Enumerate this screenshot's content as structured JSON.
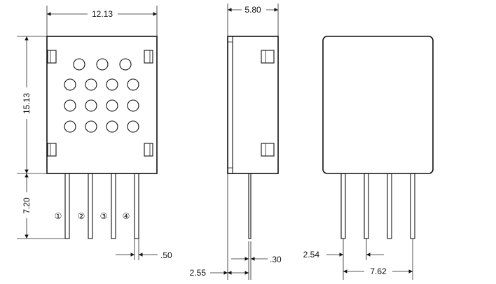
{
  "dimensions": {
    "front_width": "12.13",
    "front_height": "15.13",
    "pin_length": "7.20",
    "pin_width": ".50",
    "side_depth": "5.80",
    "side_pin_offset": "2.55",
    "side_pin_thickness": ".30",
    "pin_pitch": "2.54",
    "pin_span": "7.62"
  },
  "pin_labels": [
    "①",
    "②",
    "③",
    "④"
  ]
}
